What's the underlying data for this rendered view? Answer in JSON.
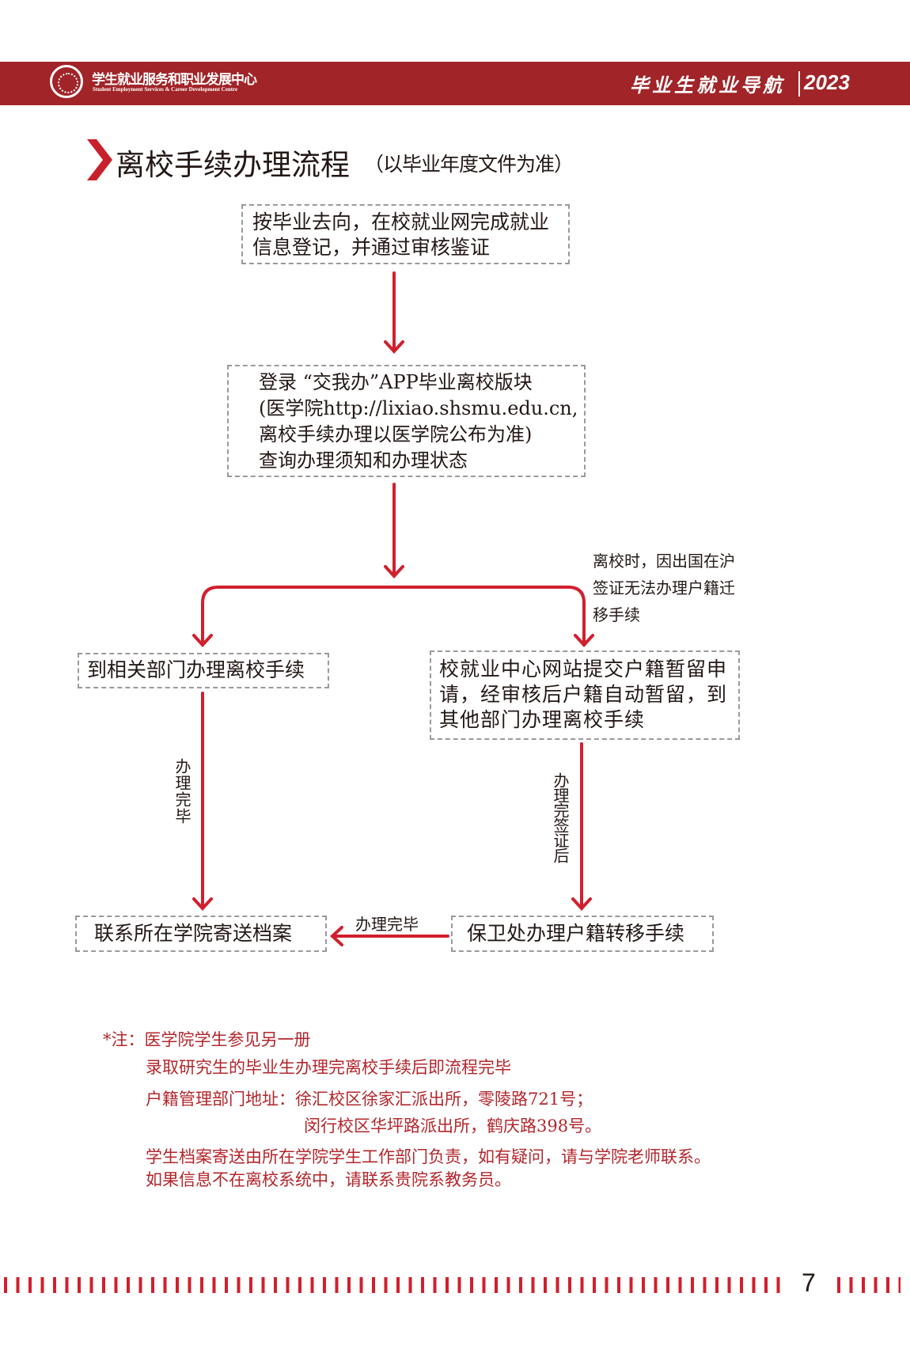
{
  "header": {
    "org_cn": "学生就业服务和职业发展中心",
    "org_en": "Student Employment Services & Career Development Centre",
    "guide": "毕业生就业导航",
    "year": "2023"
  },
  "title": {
    "main": "离校手续办理流程",
    "sub": "（以毕业年度文件为准）"
  },
  "flow": {
    "step1": [
      "按毕业去向，在校就业网完成就业",
      "信息登记，并通过审核鉴证"
    ],
    "step2": [
      "登录 “交我办”APP毕业离校版块",
      "(医学院http://lixiao.shsmu.edu.cn,",
      "离校手续办理以医学院公布为准)",
      "查询办理须知和办理状态"
    ],
    "branch_note": [
      "离校时，因出国在沪",
      "签证无法办理户籍迁",
      "移手续"
    ],
    "left_step": "到相关部门办理离校手续",
    "right_step": [
      "校就业中心网站提交户籍暂留申",
      "请，经审核后户籍自动暂留，到",
      "其他部门办理离校手续"
    ],
    "left_label": "办理完毕",
    "right_label": "办理完签证后",
    "archive_step": "联系所在学院寄送档案",
    "security_step": "保卫处办理户籍转移手续",
    "bottom_label": "办理完毕"
  },
  "notes": {
    "line1": "*注：医学院学生参见另一册",
    "line2": "录取研究生的毕业生办理完离校手续后即流程完毕",
    "line3": "户籍管理部门地址：徐汇校区徐家汇派出所，零陵路721号；",
    "line4": "闵行校区华坪路派出所，鹤庆路398号。",
    "line5": "学生档案寄送由所在学院学生工作部门负责，如有疑问，请与学院老师联系。",
    "line6": "如果信息不在离校系统中，请联系贵院系教务员。"
  },
  "footer": {
    "page": "7"
  },
  "colors": {
    "header": "#A12428",
    "arrow": "#D0202E",
    "note": "#B3262C",
    "border": "#9a9a9a"
  }
}
